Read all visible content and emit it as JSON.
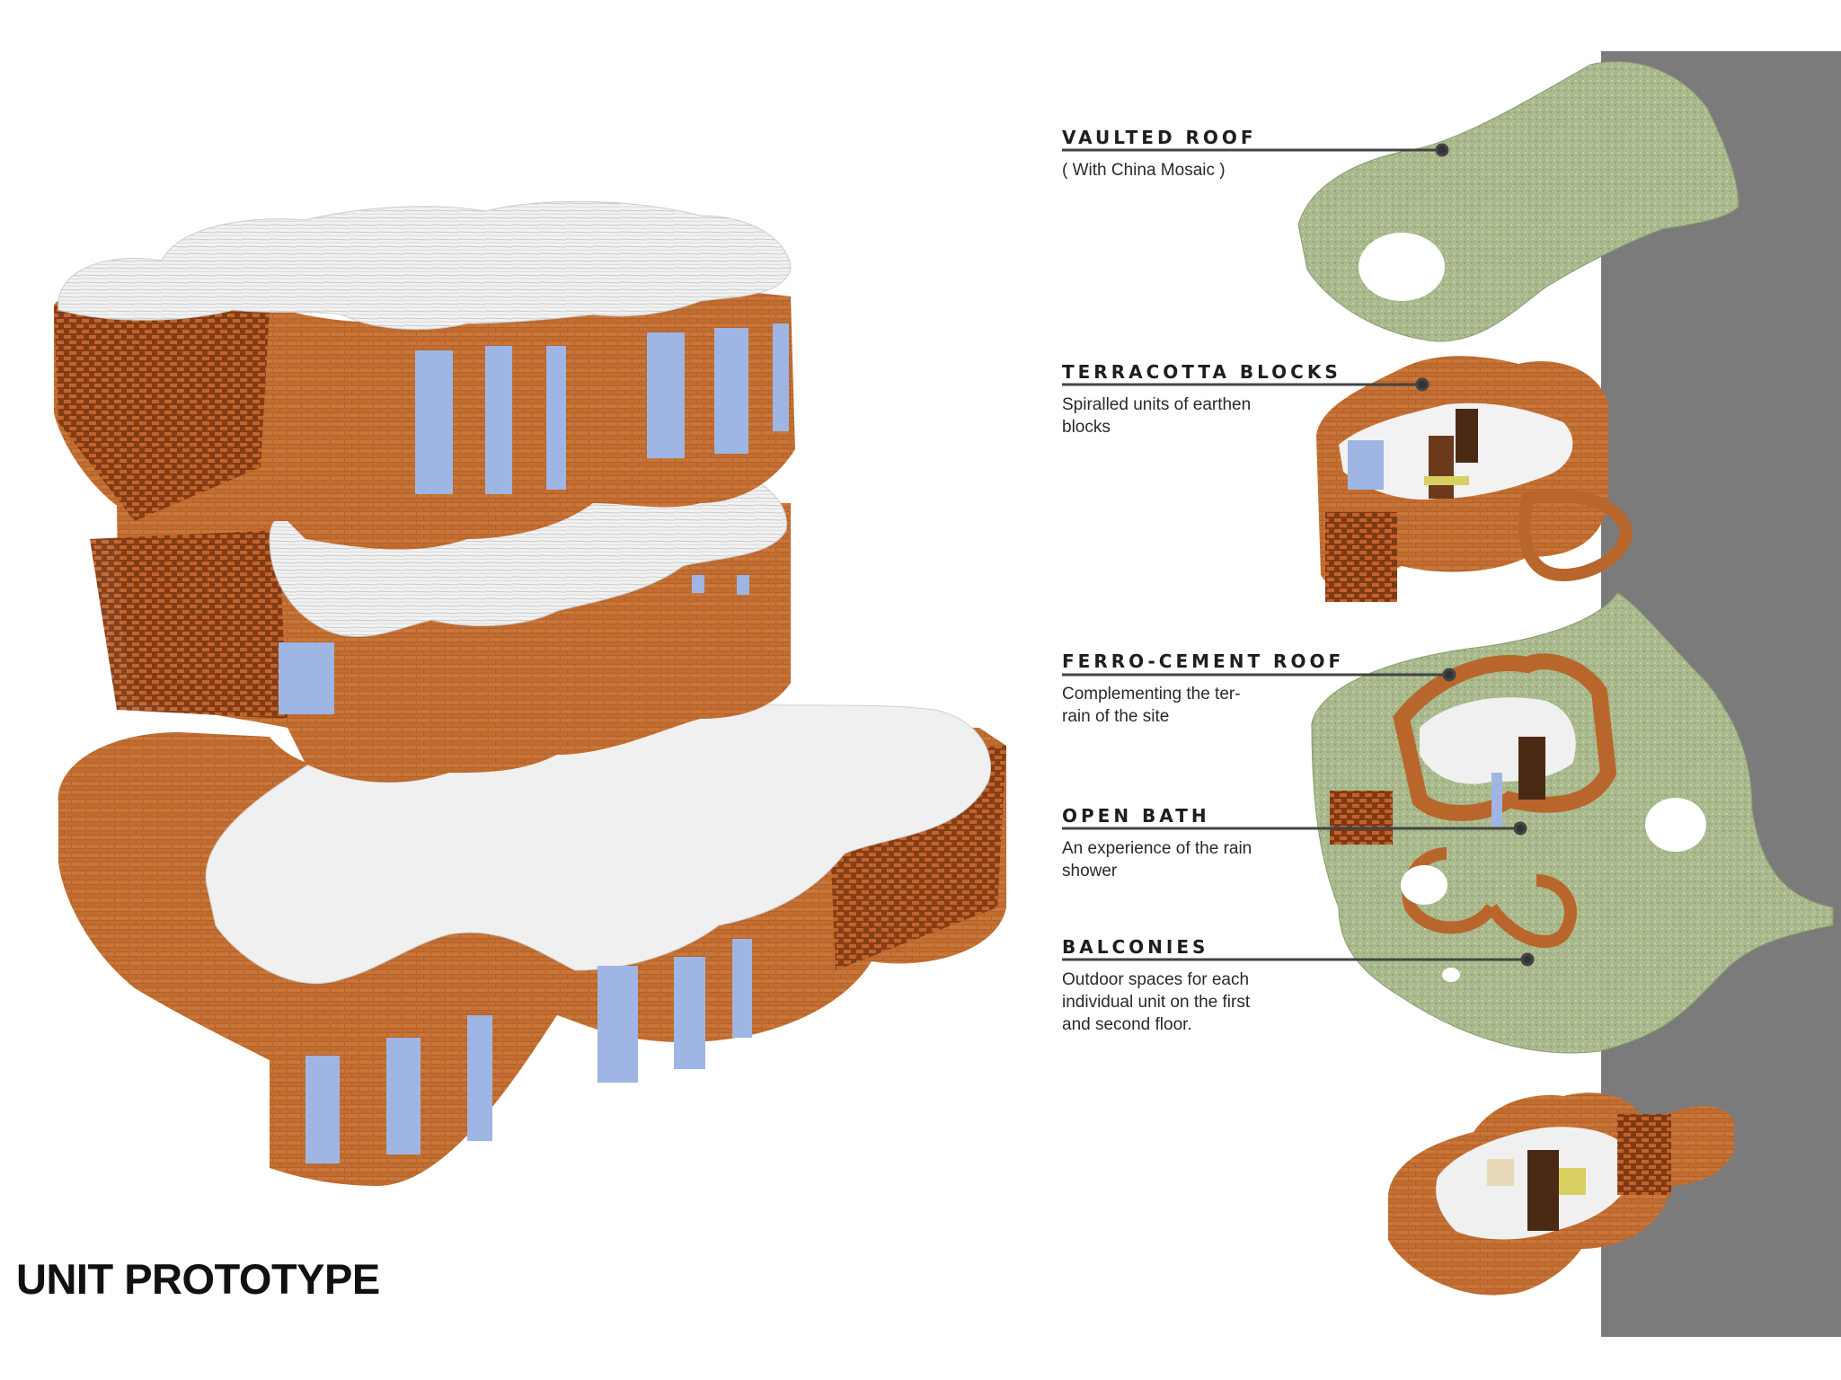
{
  "title": "UNIT PROTOTYPE",
  "labels": [
    {
      "id": "vaulted-roof",
      "title": "VAULTED ROOF",
      "desc": "( With China Mosaic )"
    },
    {
      "id": "terracotta-blocks",
      "title": "TERRACOTTA BLOCKS",
      "desc": "Spiralled units of earthen blocks"
    },
    {
      "id": "ferro-cement-roof",
      "title": "FERRO-CEMENT ROOF",
      "desc": "Complementing the ter- rain of the site"
    },
    {
      "id": "open-bath",
      "title": "OPEN BATH",
      "desc": "An experience of the rain shower"
    },
    {
      "id": "balconies",
      "title": "BALCONIES",
      "desc": "Outdoor spaces for each individual unit on the first and second floor."
    }
  ],
  "colors": {
    "terracotta": "#b9662c",
    "terracotta_dark": "#8a4318",
    "terracotta_light": "#d98a45",
    "glass": "#9fb5e4",
    "slab": "#f3f3f3",
    "moss": "#a9b98e",
    "backdrop_grey": "#7b7b7b",
    "leader": "#444444"
  }
}
